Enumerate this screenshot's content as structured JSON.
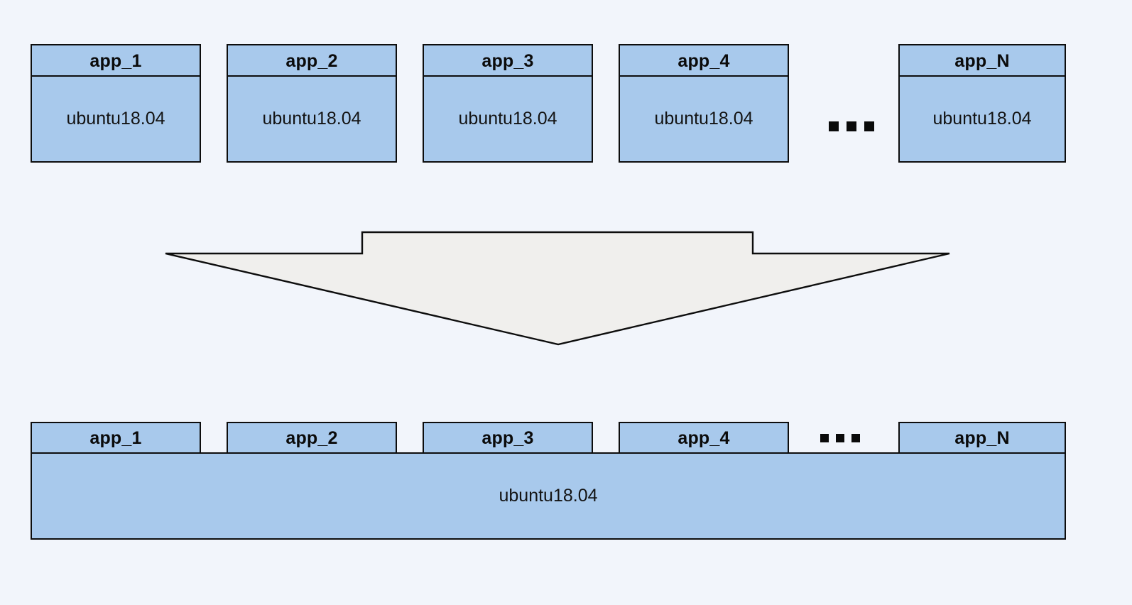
{
  "diagram": {
    "background_color": "#f2f5fb",
    "box_fill_color": "#a8c9ec",
    "box_border_color": "#0d0d0d",
    "arrow_fill_color": "#f0efed",
    "ellipsis_text": "...",
    "top_row": {
      "os_label": "ubuntu18.04",
      "boxes": [
        {
          "title": "app_1",
          "os": "ubuntu18.04"
        },
        {
          "title": "app_2",
          "os": "ubuntu18.04"
        },
        {
          "title": "app_3",
          "os": "ubuntu18.04"
        },
        {
          "title": "app_4",
          "os": "ubuntu18.04"
        },
        {
          "title": "app_N",
          "os": "ubuntu18.04"
        }
      ]
    },
    "arrow": {
      "direction": "down"
    },
    "bottom_row": {
      "os_label": "ubuntu18.04",
      "apps": [
        {
          "title": "app_1"
        },
        {
          "title": "app_2"
        },
        {
          "title": "app_3"
        },
        {
          "title": "app_4"
        },
        {
          "title": "app_N"
        }
      ]
    }
  }
}
